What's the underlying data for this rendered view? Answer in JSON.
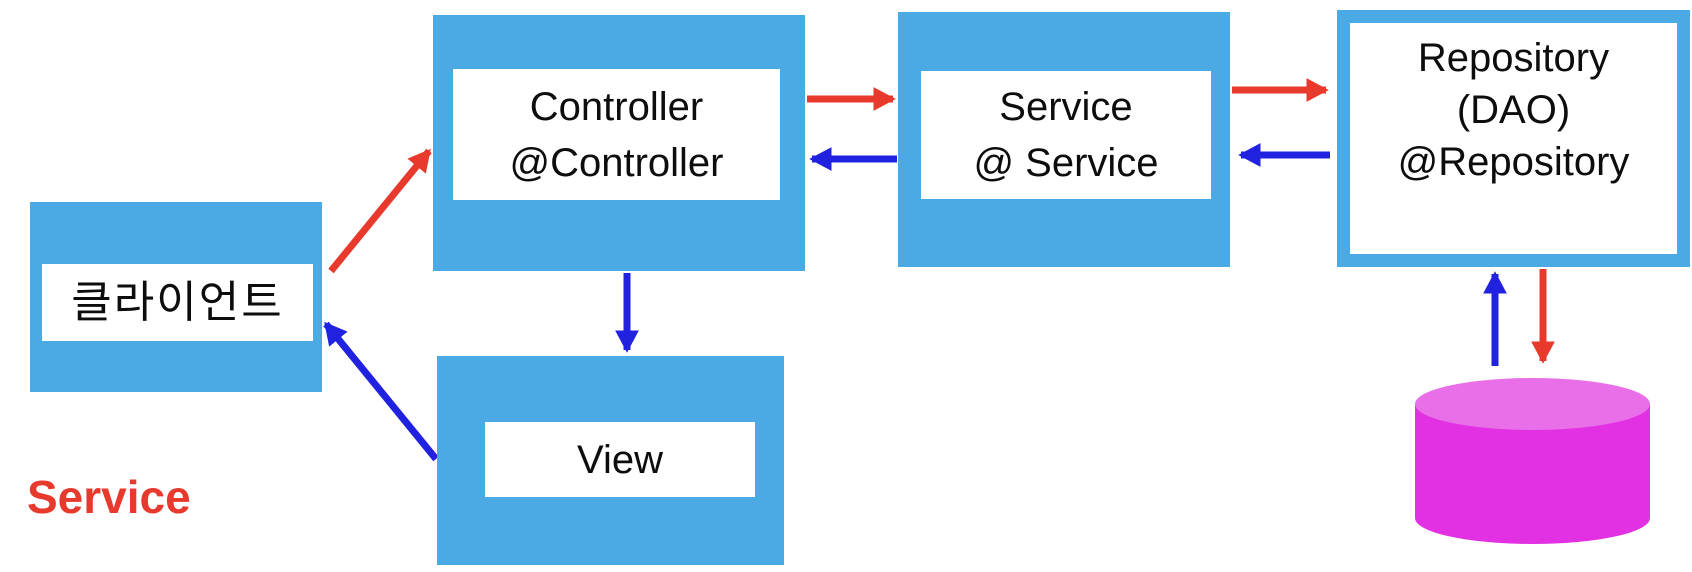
{
  "colors": {
    "box_blue": "#4BA9E4",
    "label_bg": "#FFFFFF",
    "text": "#0D0D0D",
    "arrow_red": "#E8392D",
    "arrow_blue": "#2121E0",
    "title_red": "#E8392D",
    "db_top": "#E96FE9",
    "db_body": "#E231E2"
  },
  "caption": {
    "text": "Service"
  },
  "nodes": {
    "client": {
      "label": "클라이언트"
    },
    "controller": {
      "line1": "Controller",
      "line2": "@Controller"
    },
    "service": {
      "line1": "Service",
      "line2": "@ Service"
    },
    "repository": {
      "line1": "Repository",
      "line2": "(DAO)",
      "line3": "@Repository"
    },
    "view": {
      "label": "View"
    }
  },
  "edges": [
    {
      "from": "client",
      "to": "controller",
      "color": "red"
    },
    {
      "from": "controller",
      "to": "view",
      "color": "blue"
    },
    {
      "from": "view",
      "to": "client",
      "color": "blue"
    },
    {
      "from": "controller",
      "to": "service",
      "color": "red"
    },
    {
      "from": "service",
      "to": "controller",
      "color": "blue"
    },
    {
      "from": "service",
      "to": "repository",
      "color": "red"
    },
    {
      "from": "repository",
      "to": "service",
      "color": "blue"
    },
    {
      "from": "repository",
      "to": "database",
      "color": "red"
    },
    {
      "from": "database",
      "to": "repository",
      "color": "blue"
    }
  ]
}
